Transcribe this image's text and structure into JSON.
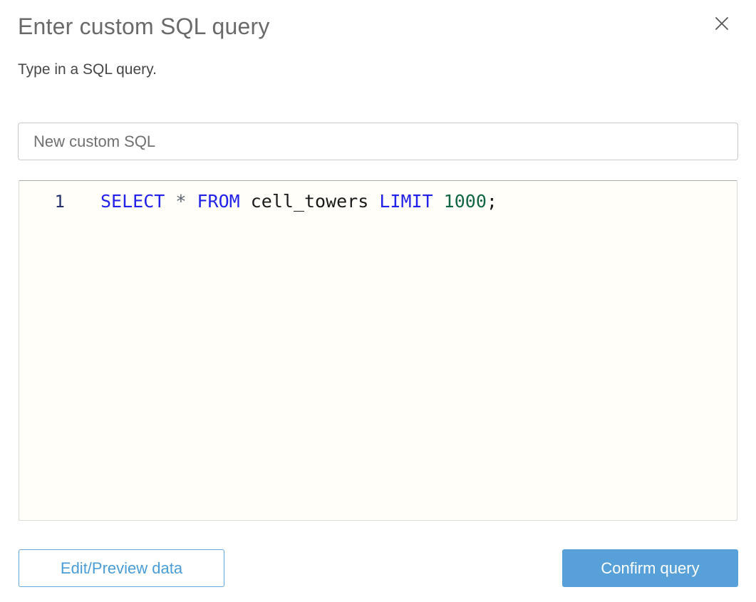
{
  "dialog": {
    "title": "Enter custom SQL query",
    "subtitle": "Type in a SQL query."
  },
  "icons": {
    "close": "✕"
  },
  "name_input": {
    "value": "New custom SQL"
  },
  "editor": {
    "line_number": "1",
    "full_query": "SELECT * FROM cell_towers LIMIT 1000;",
    "tokens": [
      {
        "text": "SELECT",
        "type": "keyword"
      },
      {
        "text": "*",
        "type": "operator"
      },
      {
        "text": "FROM",
        "type": "keyword"
      },
      {
        "text": "cell_towers",
        "type": "identifier"
      },
      {
        "text": "LIMIT",
        "type": "keyword"
      },
      {
        "text": "1000",
        "type": "number"
      },
      {
        "text": ";",
        "type": "punctuation"
      }
    ]
  },
  "footer": {
    "edit_preview_label": "Edit/Preview data",
    "confirm_label": "Confirm query"
  },
  "colors": {
    "accent_blue": "#57a1d8",
    "secondary_button_text": "#4a9cd6",
    "keyword": "#2222ea",
    "number": "#116644",
    "identifier": "#1a1a1a",
    "operator": "#5b6370",
    "line_number": "#24306b",
    "editor_background": "#fffef8",
    "title_text": "#6a6a6a"
  }
}
